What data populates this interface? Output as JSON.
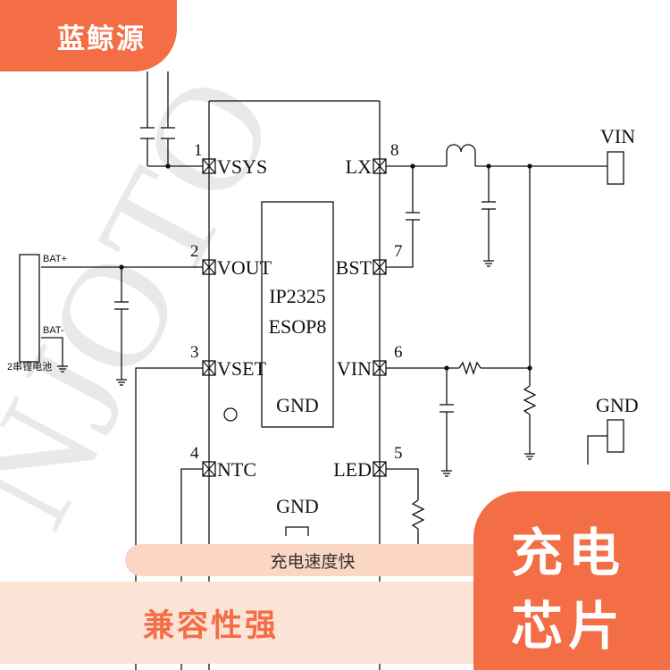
{
  "brand": "蓝鲸源",
  "chip": {
    "part": "IP2325",
    "package": "ESOP8",
    "gnd_label": "GND"
  },
  "pins": {
    "p1": {
      "num": "1",
      "name": "VSYS"
    },
    "p2": {
      "num": "2",
      "name": "VOUT"
    },
    "p3": {
      "num": "3",
      "name": "VSET"
    },
    "p4": {
      "num": "4",
      "name": "NTC"
    },
    "p5": {
      "num": "5",
      "name": "LED"
    },
    "p6": {
      "num": "6",
      "name": "VIN"
    },
    "p7": {
      "num": "7",
      "name": "BST"
    },
    "p8": {
      "num": "8",
      "name": "LX"
    }
  },
  "nets": {
    "vin": "VIN",
    "gnd_right": "GND",
    "gnd_bottom": "GND",
    "bat_plus": "BAT+",
    "bat_minus": "BAT-",
    "battery": "2串锂电池"
  },
  "watermark": "NJOTO",
  "features": {
    "small": "充电速度快",
    "big": "兼容性强"
  },
  "product": {
    "line1": "充电",
    "line2": "芯片"
  },
  "colors": {
    "accent": "#f36d45",
    "pill_light": "#fbd6c4",
    "pill_pale": "#fbe3d6"
  }
}
